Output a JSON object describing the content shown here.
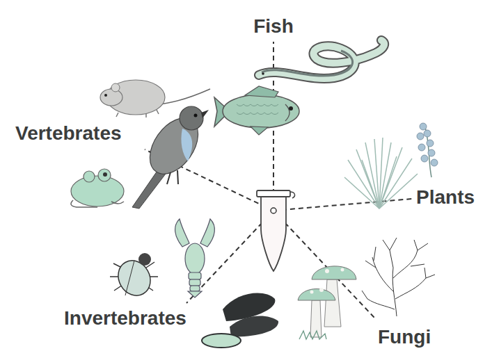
{
  "diagram": {
    "labels": [
      "Fish",
      "Vertebrates",
      "Plants",
      "Invertebrates",
      "Fungi"
    ]
  }
}
